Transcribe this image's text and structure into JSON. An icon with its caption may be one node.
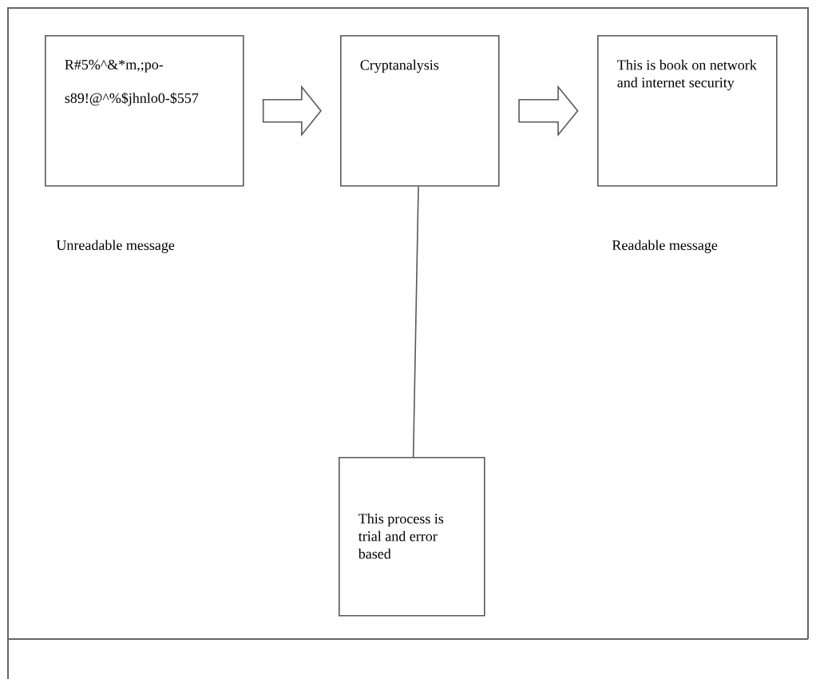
{
  "diagram": {
    "nodes": [
      {
        "text": [
          "R#5%^&*m,;po-",
          "s89!@^%$jhnlo0-$557"
        ],
        "beside": [
          "Unreadable message"
        ]
      },
      {
        "text": [
          "Cryptanalysis"
        ]
      },
      {
        "text": [
          "This is book on network and internet security"
        ],
        "beside": [
          "Readable message"
        ]
      },
      {
        "text": [
          "This process is trial and error based"
        ]
      }
    ],
    "edges": [
      {
        "from": 0,
        "to": 1,
        "arrow": "to"
      },
      {
        "from": 1,
        "to": 2,
        "arrow": "to"
      },
      {
        "from": 1,
        "to": 3,
        "arrow": "none"
      }
    ]
  }
}
